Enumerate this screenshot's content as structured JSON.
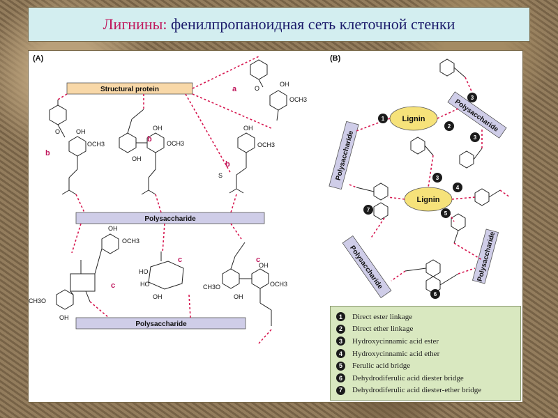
{
  "title": {
    "highlight": "Лигнины:",
    "rest": "фенилпропаноидная сеть клеточной стенки"
  },
  "panel_a": {
    "label": "(A)",
    "structural_protein": "Structural protein",
    "polysaccharide_top": "Polysaccharide",
    "polysaccharide_bottom": "Polysaccharide",
    "link_letters": {
      "a": "a",
      "b1": "b",
      "b2": "b",
      "b3": "b",
      "c1": "c",
      "c2": "c",
      "c3": "c"
    },
    "atoms": {
      "oh": "OH",
      "och3": "OCH3",
      "o": "O",
      "s": "S",
      "ch3o": "CH3O",
      "ho": "HO"
    }
  },
  "panel_b": {
    "label": "(B)",
    "lignin_1": "Lignin",
    "lignin_2": "Lignin",
    "polysaccharide_1": "Polysaccharide",
    "polysaccharide_2": "Polysaccharide",
    "polysaccharide_3": "Polysaccharide",
    "polysaccharide_4": "Polysaccharide",
    "markers": [
      "1",
      "2",
      "3",
      "3",
      "3",
      "4",
      "5",
      "6",
      "7"
    ]
  },
  "legend": [
    {
      "num": "1",
      "text": "Direct ester linkage"
    },
    {
      "num": "2",
      "text": "Direct ether linkage"
    },
    {
      "num": "3",
      "text": "Hydroxycinnamic acid ester"
    },
    {
      "num": "4",
      "text": "Hydroxycinnamic acid ether"
    },
    {
      "num": "5",
      "text": "Ferulic acid bridge"
    },
    {
      "num": "6",
      "text": "Dehydrodiferulic acid diester bridge"
    },
    {
      "num": "7",
      "text": "Dehydrodiferulic acid diester-ether bridge"
    }
  ],
  "colors": {
    "protein_box": "#f8d8a8",
    "polysaccharide_box": "#cfcde8",
    "lignin": "#f6e27a",
    "link": "#d6164f",
    "legend_bg": "#d9e8c0"
  }
}
